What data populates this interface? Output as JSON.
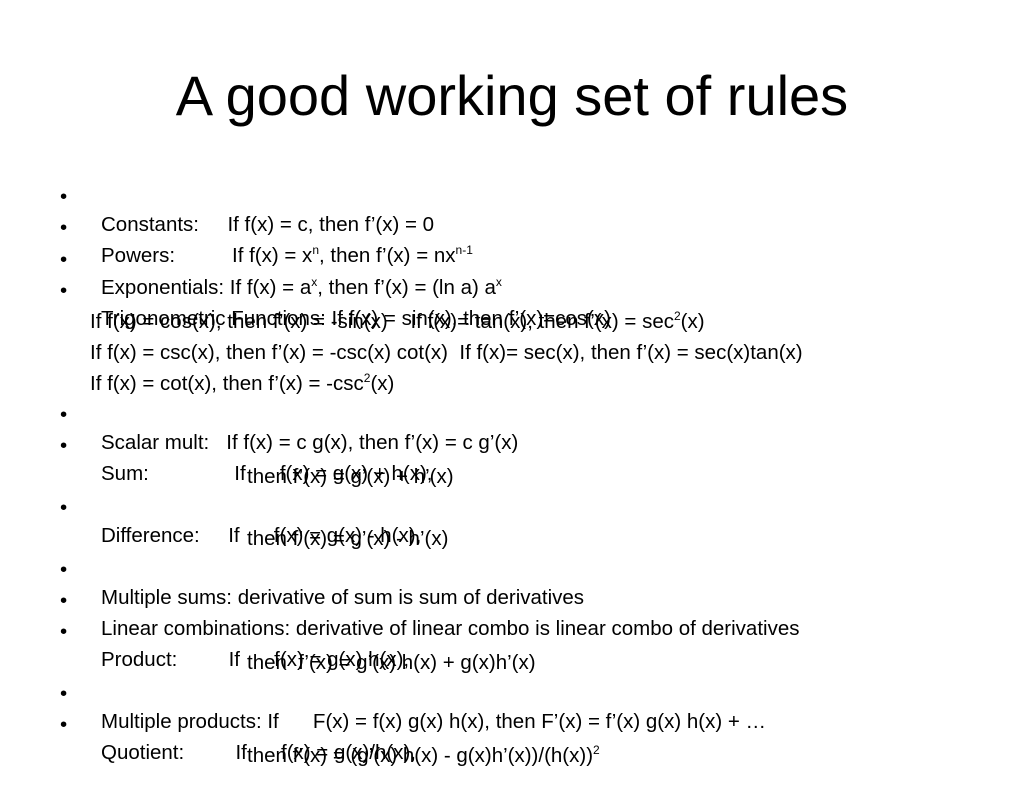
{
  "slide": {
    "title": "A good working set of rules",
    "lines": [
      {
        "bullet": true,
        "text": "Constants:     If f(x) = c, then f’(x) = 0"
      },
      {
        "bullet": true,
        "parts": [
          "Powers:          If f(x) = x",
          "n",
          ", then f’(x) = nx",
          "n-1",
          ""
        ]
      },
      {
        "bullet": true,
        "parts": [
          "Exponentials: If f(x) = a",
          "x",
          ", then f’(x) = (ln a) a",
          "x",
          ""
        ]
      },
      {
        "bullet": true,
        "text": "Trigonometric Functions: If f(x) = sin(x), then f’(x)=cos(x)"
      },
      {
        "bullet": false,
        "parts": [
          "If f(x) = cos(x), then f’(x) = -sin(x)    If f(x)= tan(x), then f’(x) = sec",
          "2",
          "(x)"
        ]
      },
      {
        "bullet": false,
        "text": "If f(x) = csc(x), then f’(x) = -csc(x) cot(x)  If f(x)= sec(x), then f’(x) = sec(x)tan(x)"
      },
      {
        "bullet": false,
        "parts": [
          "If f(x) = cot(x), then f’(x) = -csc",
          "2",
          "(x)"
        ]
      },
      {
        "bullet": true,
        "text": "Scalar mult:   If f(x) = c g(x), then f’(x) = c g’(x)"
      },
      {
        "bullet": true,
        "text": "Sum:               If      f(x) = g(x) + h(x),"
      },
      {
        "bullet": false,
        "text": "then f’(x) = g’(x) + h’(x)"
      },
      {
        "bullet": true,
        "text": "Difference:     If      f(x) = g(x) - h(x),"
      },
      {
        "bullet": false,
        "text": "then f’(x) = g’(x) - h’(x)"
      },
      {
        "bullet": true,
        "text": "Multiple sums: derivative of sum is sum of derivatives"
      },
      {
        "bullet": true,
        "text": "Linear combinations: derivative of linear combo is linear combo of derivatives"
      },
      {
        "bullet": true,
        "text": "Product:         If      f(x) = g(x) h(x),"
      },
      {
        "bullet": false,
        "text": "then  f’(x) = g’(x) h(x) + g(x)h’(x)"
      },
      {
        "bullet": true,
        "text": "Multiple products: If      F(x) = f(x) g(x) h(x), then F’(x) = f’(x) g(x) h(x) + …"
      },
      {
        "bullet": true,
        "text": "Quotient:         If      f(x) = g(x)/h(x),"
      },
      {
        "bullet": false,
        "parts": [
          "then f’(x) = (g’(x) h(x) - g(x)h’(x))/(h(x))",
          "2",
          ""
        ]
      }
    ],
    "bullet_char": "•"
  }
}
